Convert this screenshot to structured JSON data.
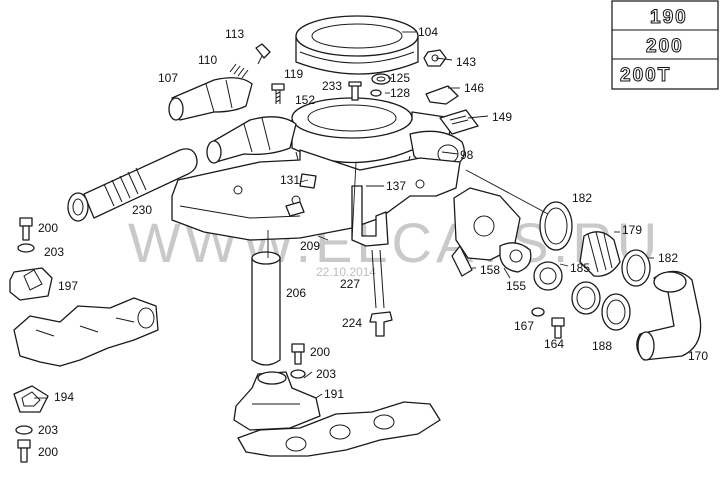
{
  "watermark": {
    "text": "WWW.ELCATS.RU",
    "date": "22.10.2014"
  },
  "model_badges": [
    "190",
    "200",
    "200T"
  ],
  "callouts": [
    "113",
    "110",
    "107",
    "119",
    "233",
    "152",
    "104",
    "143",
    "125",
    "128",
    "146",
    "149",
    "98",
    "131",
    "137",
    "182",
    "179",
    "182",
    "230",
    "200",
    "203",
    "197",
    "209",
    "158",
    "185",
    "155",
    "227",
    "206",
    "167",
    "164",
    "188",
    "170",
    "224",
    "200",
    "203",
    "191",
    "194",
    "203",
    "200"
  ]
}
